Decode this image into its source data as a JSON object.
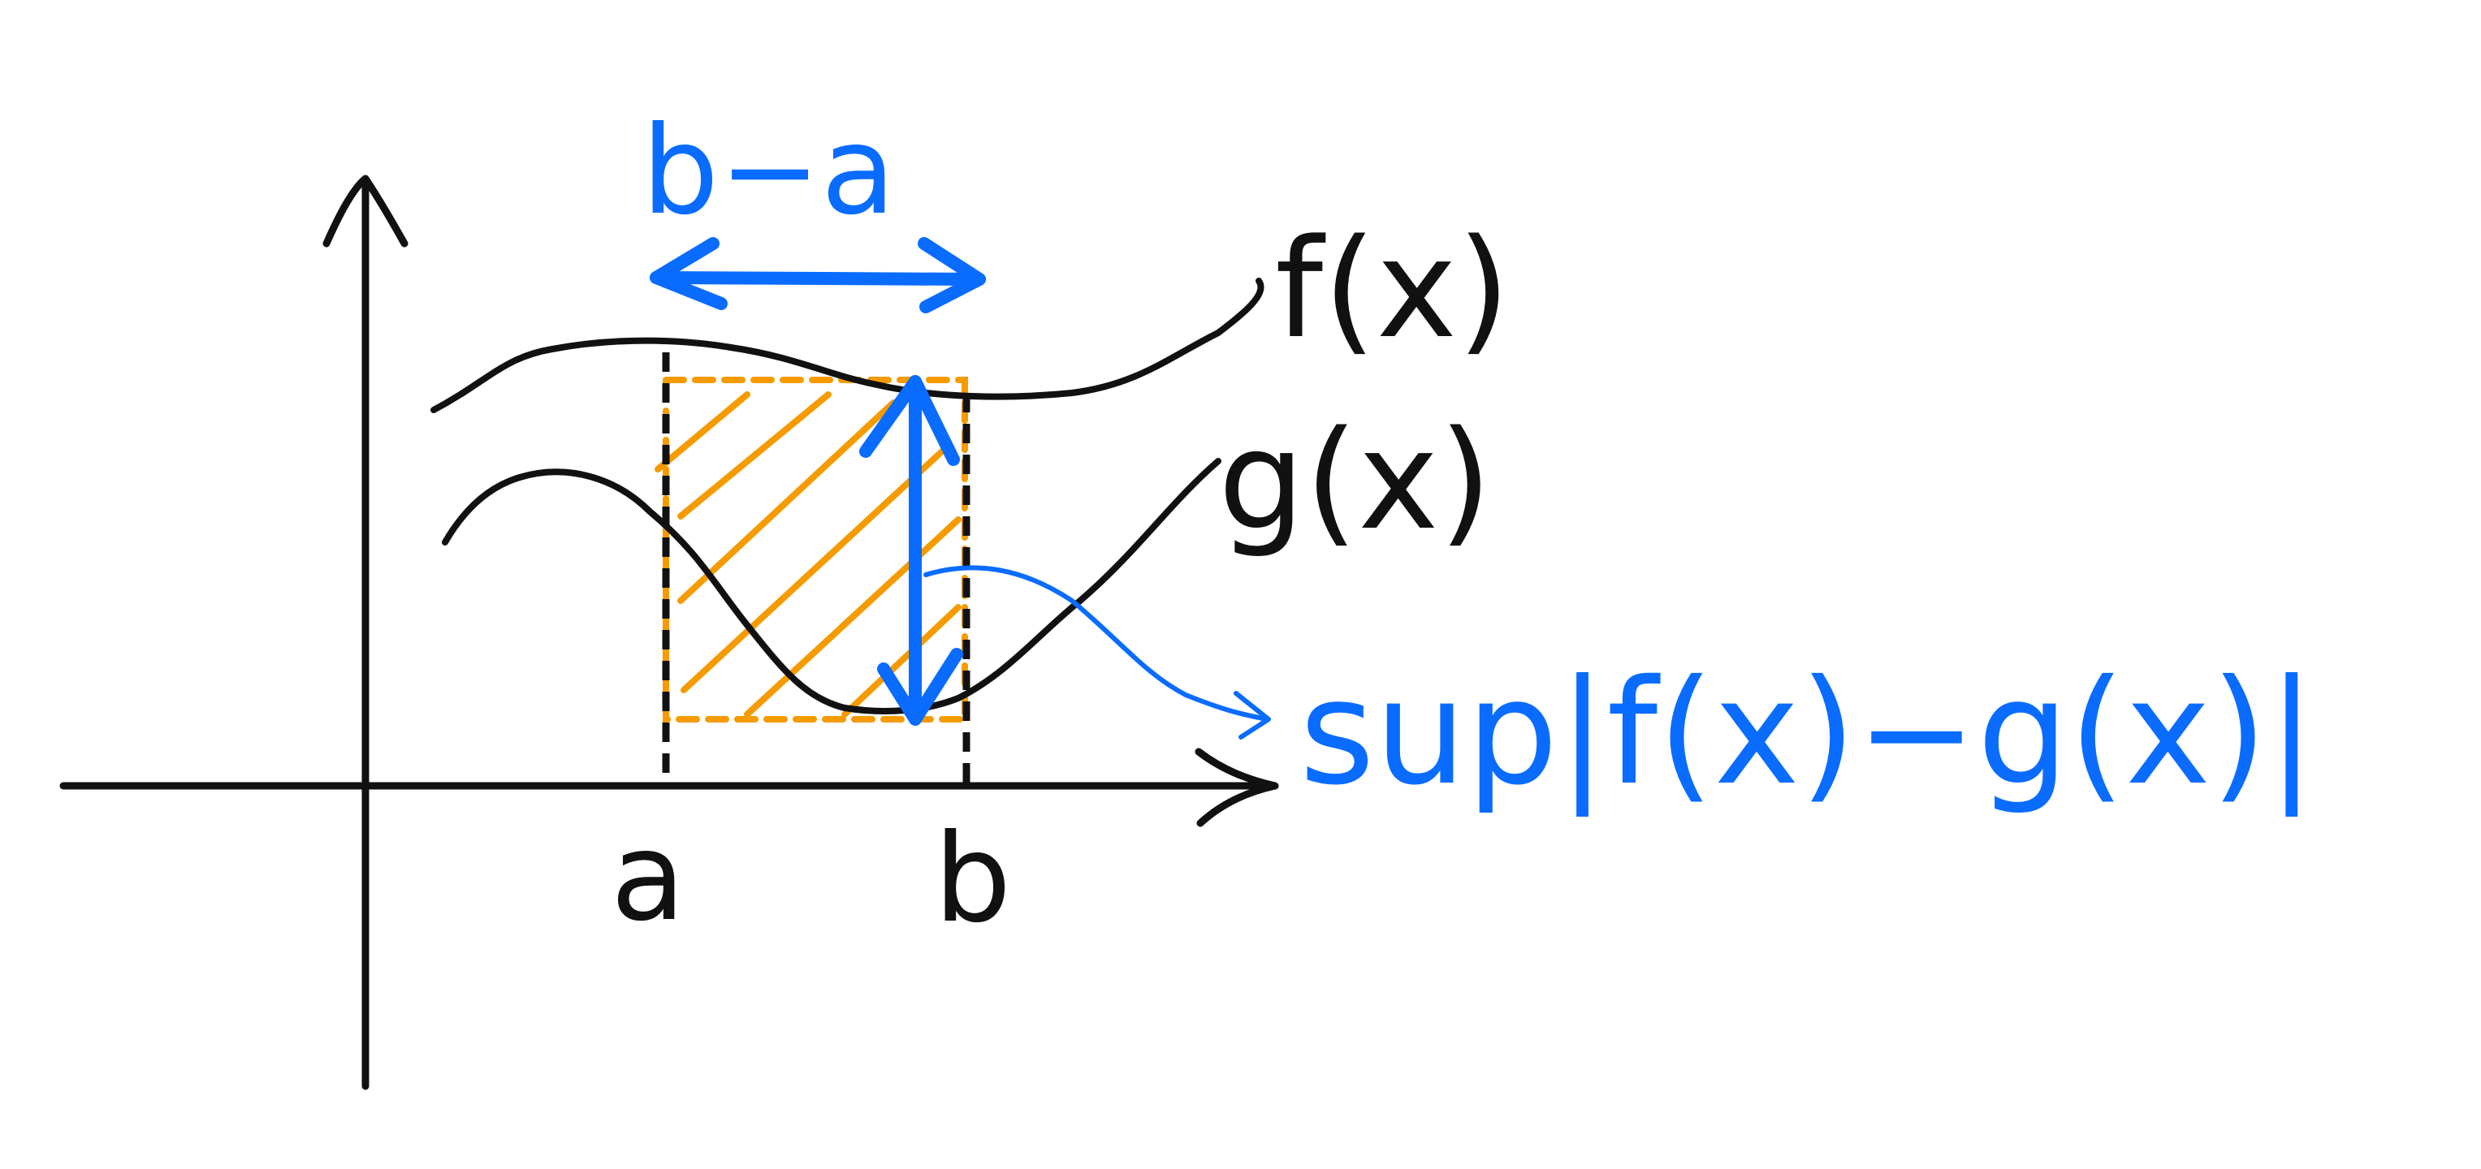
{
  "labels": {
    "f": "f(x)",
    "g": "g(x)",
    "a": "a",
    "b": "b",
    "width": "b−a",
    "sup": "sup|f(x)−g(x)|"
  },
  "colors": {
    "ink": "#111111",
    "accent_blue": "#0a6cff",
    "highlight_orange": "#f59b00",
    "background": "#ffffff"
  }
}
